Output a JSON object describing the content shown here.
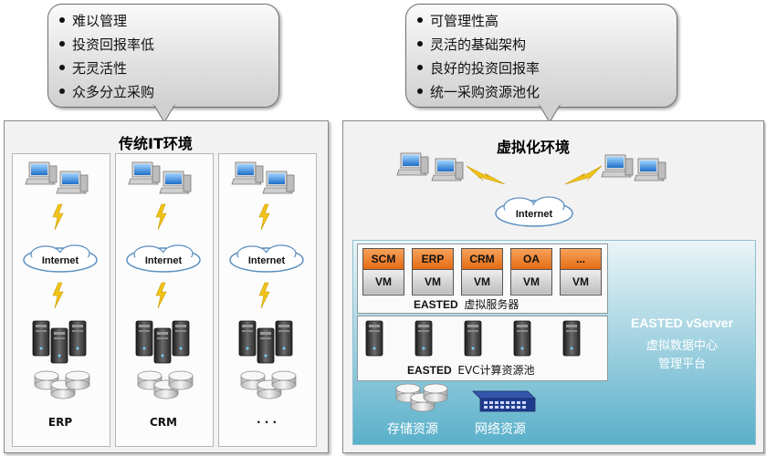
{
  "left_callout": {
    "items": [
      "难以管理",
      "投资回报率低",
      "无灵活性",
      "众多分立采购"
    ]
  },
  "right_callout": {
    "items": [
      "可管理性高",
      "灵活的基础架构",
      "良好的投资回报率",
      "统一采购资源池化"
    ]
  },
  "traditional": {
    "title": "传统IT环境",
    "cloud_label": "Internet",
    "columns": [
      {
        "label": "ERP"
      },
      {
        "label": "CRM"
      },
      {
        "label": ". . ."
      }
    ]
  },
  "virtual": {
    "title": "虚拟化环境",
    "cloud_label": "Internet",
    "vms": [
      {
        "app": "SCM",
        "vm": "VM"
      },
      {
        "app": "ERP",
        "vm": "VM"
      },
      {
        "app": "CRM",
        "vm": "VM"
      },
      {
        "app": "OA",
        "vm": "VM"
      },
      {
        "app": "...",
        "vm": "VM"
      }
    ],
    "server_label_brand": "EASTED",
    "server_label_text": "虚拟服务器",
    "pool_label_brand": "EASTED",
    "pool_label_text": "EVC计算资源池",
    "vserver_title": "EASTED  vServer",
    "vserver_line1": "虚拟数据中心",
    "vserver_line2": "管理平台",
    "storage_label": "存储资源",
    "network_label": "网络资源"
  },
  "colors": {
    "orange": "#e56b15",
    "teal": "#5ab0ca",
    "lightning": "#f2c318",
    "server_dark": "#2f2f2f"
  }
}
